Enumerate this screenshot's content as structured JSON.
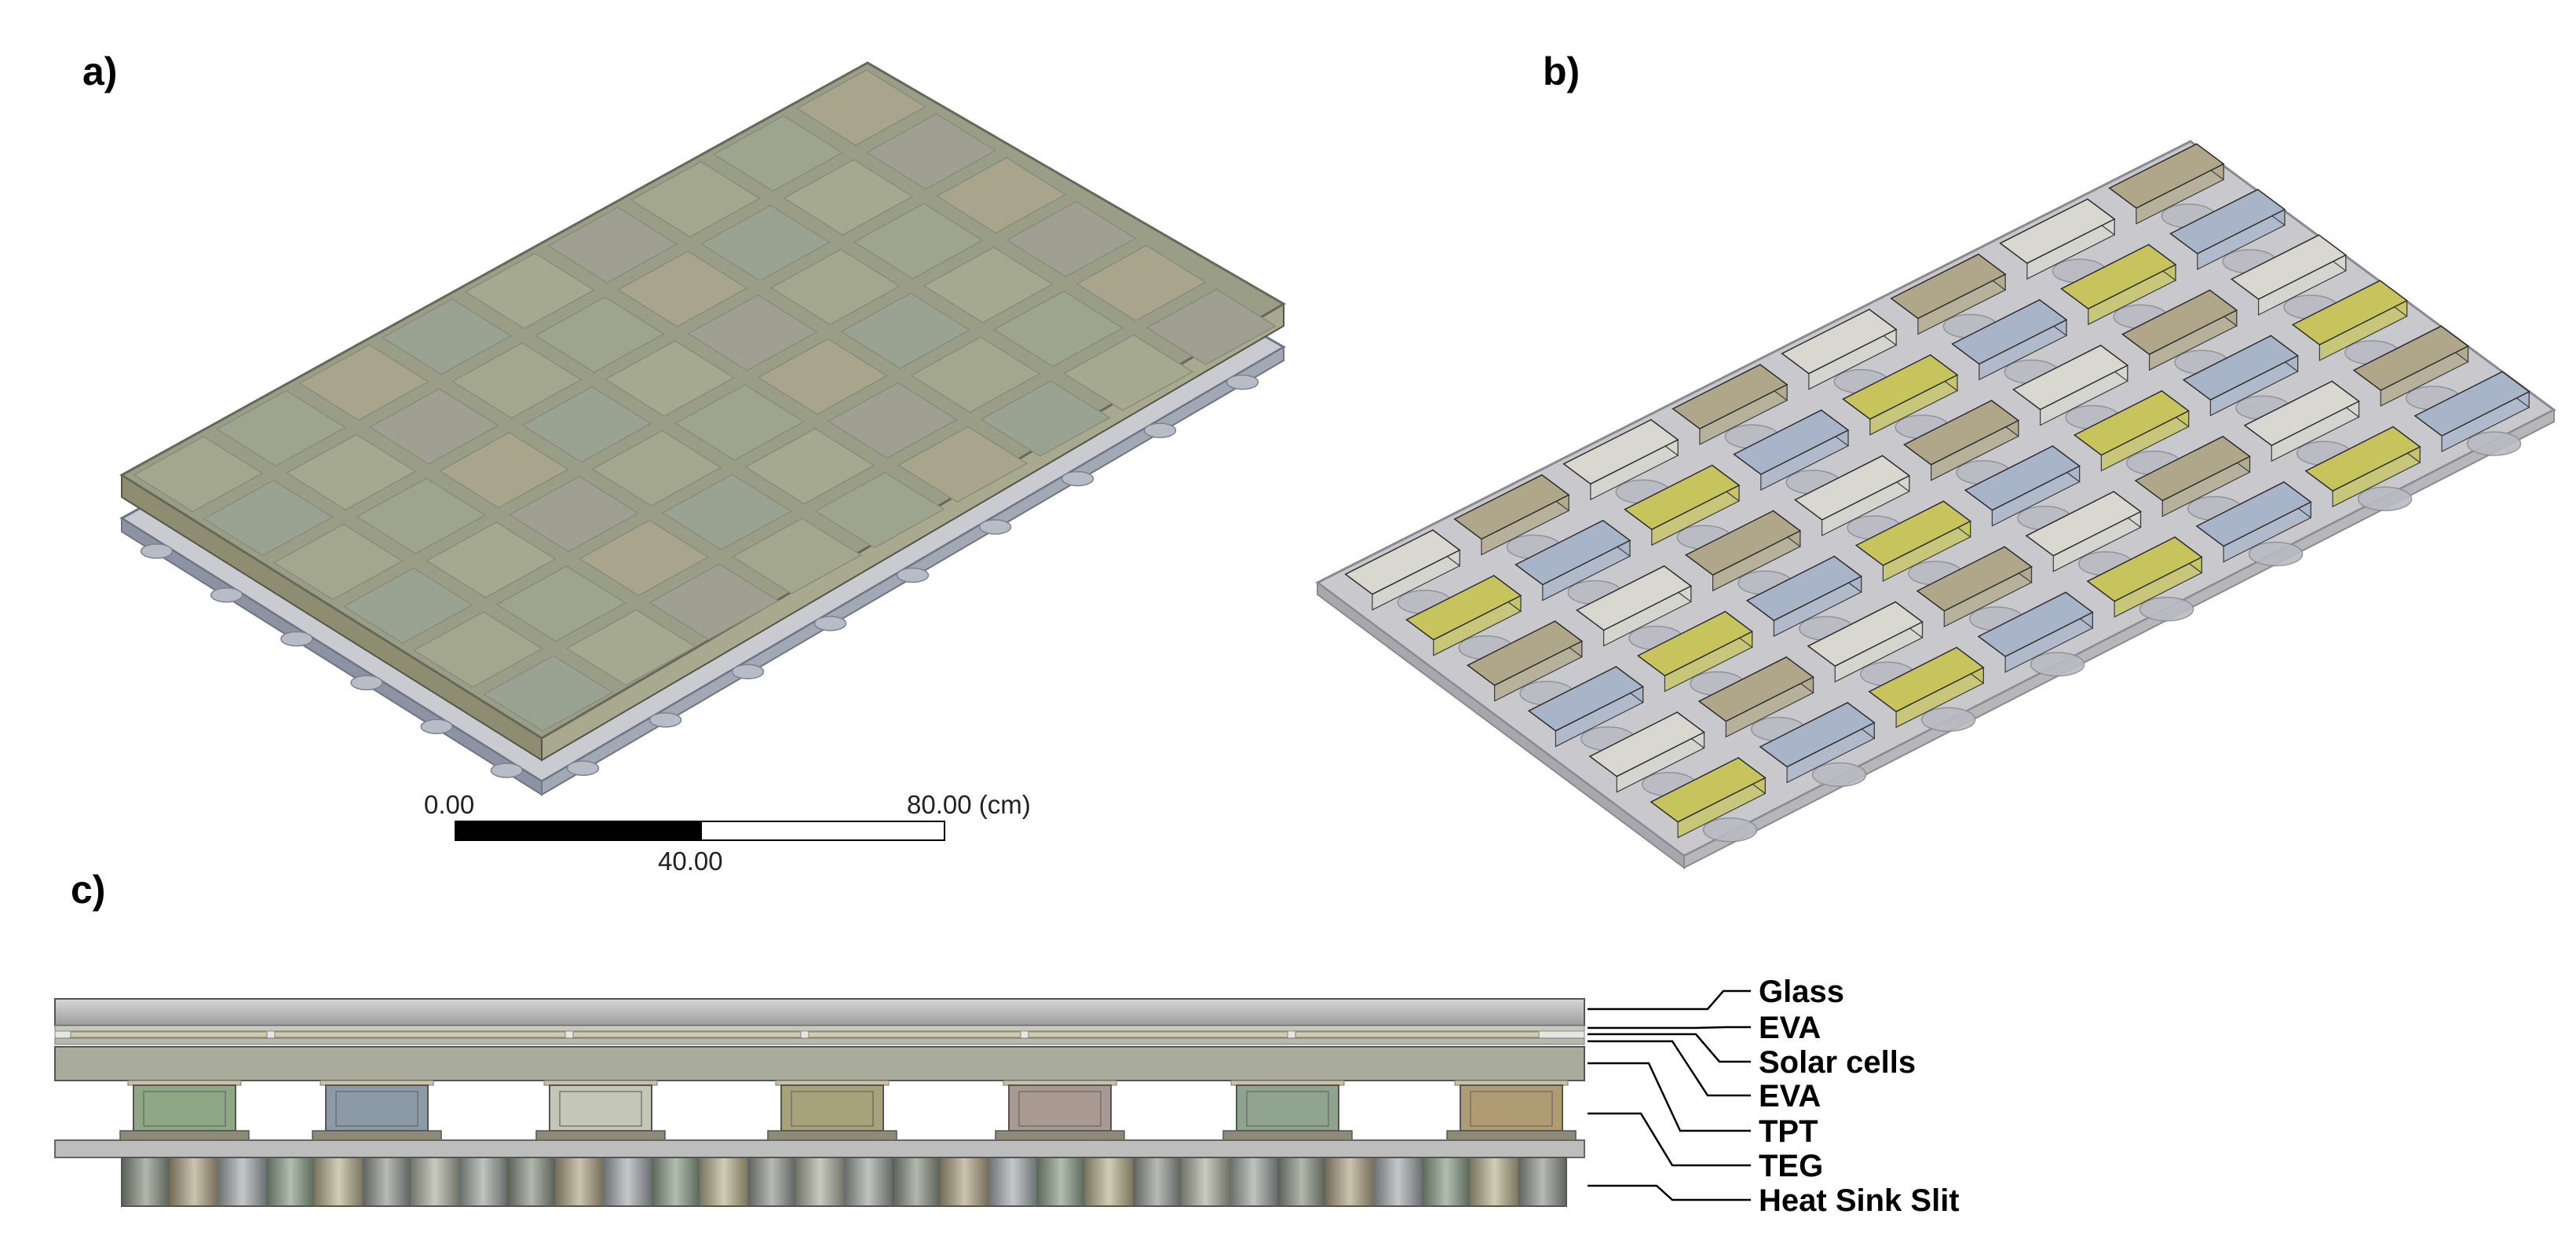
{
  "panels": {
    "a": {
      "label": "a)"
    },
    "b": {
      "label": "b)"
    },
    "c": {
      "label": "c)"
    }
  },
  "scale_bar": {
    "start": "0.00",
    "middle": "40.00",
    "end": "80.00 (cm)"
  },
  "layers": [
    {
      "name": "Glass"
    },
    {
      "name": "EVA"
    },
    {
      "name": "Solar cells"
    },
    {
      "name": "EVA"
    },
    {
      "name": "TPT"
    },
    {
      "name": "TEG"
    },
    {
      "name": "Heat Sink Slit"
    }
  ],
  "colors": {
    "glass": "#a8a8a8",
    "panel_top": "#9a9e86",
    "plate_b": "#c8c8cc",
    "teg_palette": [
      "#d8d8d0",
      "#e6b890",
      "#9fc99a",
      "#c7c45e",
      "#b8d6c8",
      "#95a8c2",
      "#b0a78a",
      "#8fa884",
      "#e0d070",
      "#a8b4c8",
      "#cbb58a",
      "#9db79a"
    ]
  }
}
